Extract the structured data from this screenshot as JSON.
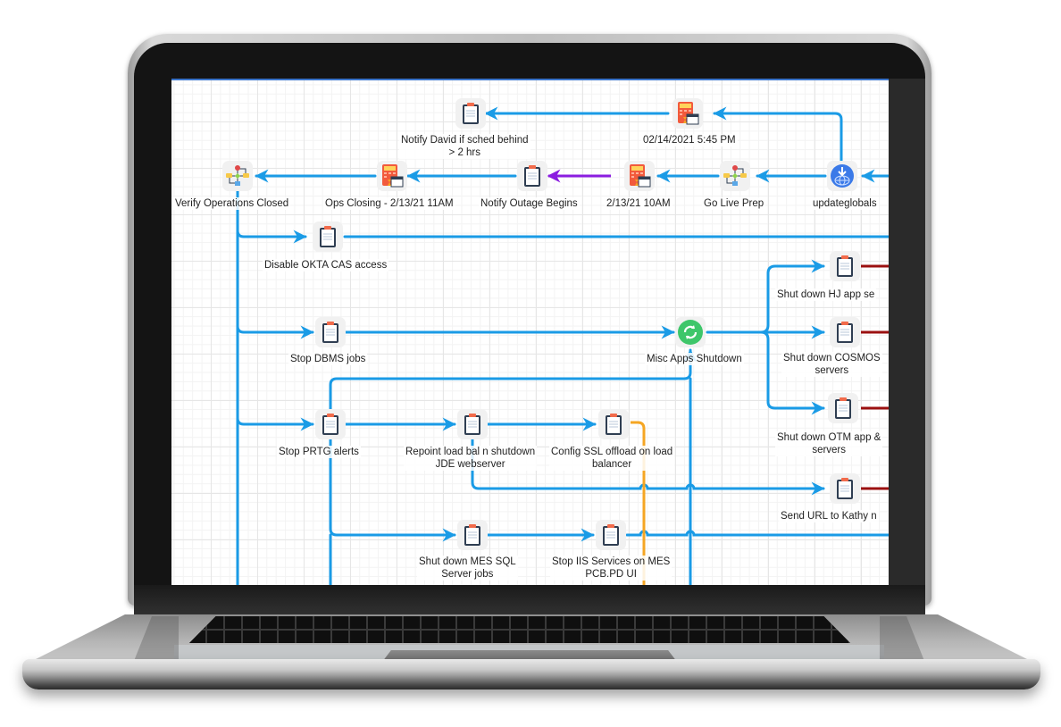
{
  "device": "laptop",
  "diagram": {
    "colors": {
      "flow": "#1a9be6",
      "highlight": "#8b1de0",
      "alt_flow": "#f5a623",
      "terminal": "#9b1010",
      "calc_icon": "#f25a3c",
      "globe_icon": "#3b7ae8",
      "refresh_icon": "#3ec66a"
    },
    "nodes": {
      "notify_david": {
        "label_line1": "Notify David if sched behind",
        "label_line2": "> 2 hrs",
        "icon": "clipboard-icon"
      },
      "date_0214": {
        "label": "02/14/2021 5:45 PM",
        "icon": "calculator-calendar-icon"
      },
      "verify_ops": {
        "label": "Verify Operations Closed",
        "icon": "flowchart-icon"
      },
      "ops_closing": {
        "label": "Ops Closing - 2/13/21 11AM",
        "icon": "calculator-calendar-icon"
      },
      "notify_outage": {
        "label": "Notify Outage Begins",
        "icon": "clipboard-icon"
      },
      "date_0213": {
        "label": "2/13/21 10AM",
        "icon": "calculator-calendar-icon"
      },
      "go_live_prep": {
        "label": "Go Live Prep",
        "icon": "flowchart-icon"
      },
      "updateglobals": {
        "label": "updateglobals",
        "icon": "globe-download-icon"
      },
      "disable_okta": {
        "label": "Disable OKTA CAS access",
        "icon": "clipboard-icon"
      },
      "stop_dbms": {
        "label": "Stop DBMS jobs",
        "icon": "clipboard-icon"
      },
      "misc_apps": {
        "label": "Misc Apps Shutdown",
        "icon": "refresh-icon"
      },
      "shut_hj": {
        "label": "Shut down HJ app se",
        "icon": "clipboard-icon"
      },
      "shut_cosmos": {
        "label_line1": "Shut down COSMOS",
        "label_line2": "servers",
        "icon": "clipboard-icon"
      },
      "shut_otm": {
        "label_line1": "Shut down OTM app &",
        "label_line2": "servers",
        "icon": "clipboard-icon"
      },
      "stop_prtg": {
        "label": "Stop PRTG alerts",
        "icon": "clipboard-icon"
      },
      "repoint_lb": {
        "label_line1": "Repoint load bal n shutdown",
        "label_line2": "JDE webserver",
        "icon": "clipboard-icon"
      },
      "config_ssl": {
        "label_line1": "Config SSL offload on load",
        "label_line2": "balancer",
        "icon": "clipboard-icon"
      },
      "send_url": {
        "label": "Send URL to Kathy n",
        "icon": "clipboard-icon"
      },
      "shut_mes_sql": {
        "label_line1": "Shut down MES SQL",
        "label_line2": "Server jobs",
        "icon": "clipboard-icon"
      },
      "stop_iis": {
        "label_line1": "Stop IIS Services on MES",
        "label_line2": "PCB.PD UI",
        "icon": "clipboard-icon"
      }
    }
  }
}
